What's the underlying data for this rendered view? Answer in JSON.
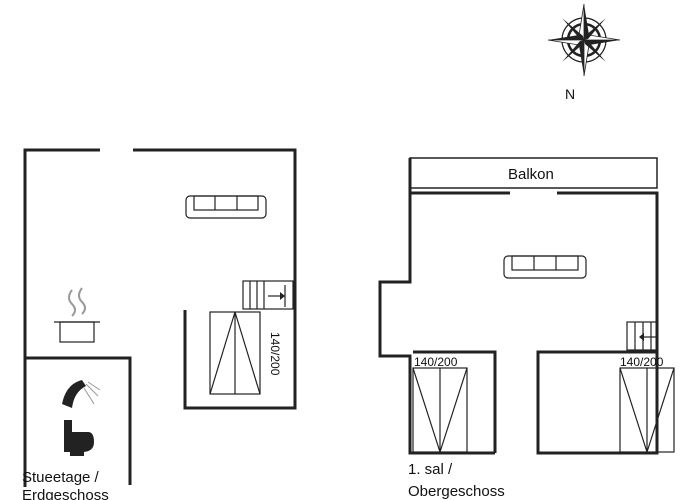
{
  "compass": {
    "north_label": "N",
    "icon": "compass-rose-icon"
  },
  "ground_floor": {
    "caption_line1": "Stueetage /",
    "caption_line2": "Erdgeschoss",
    "bed_label": "140/200"
  },
  "upper_floor": {
    "balcony_label": "Balkon",
    "caption_line1": "1. sal /",
    "caption_line2": "Obergeschoss",
    "bed_left_label": "140/200",
    "bed_right_label": "140/200"
  }
}
